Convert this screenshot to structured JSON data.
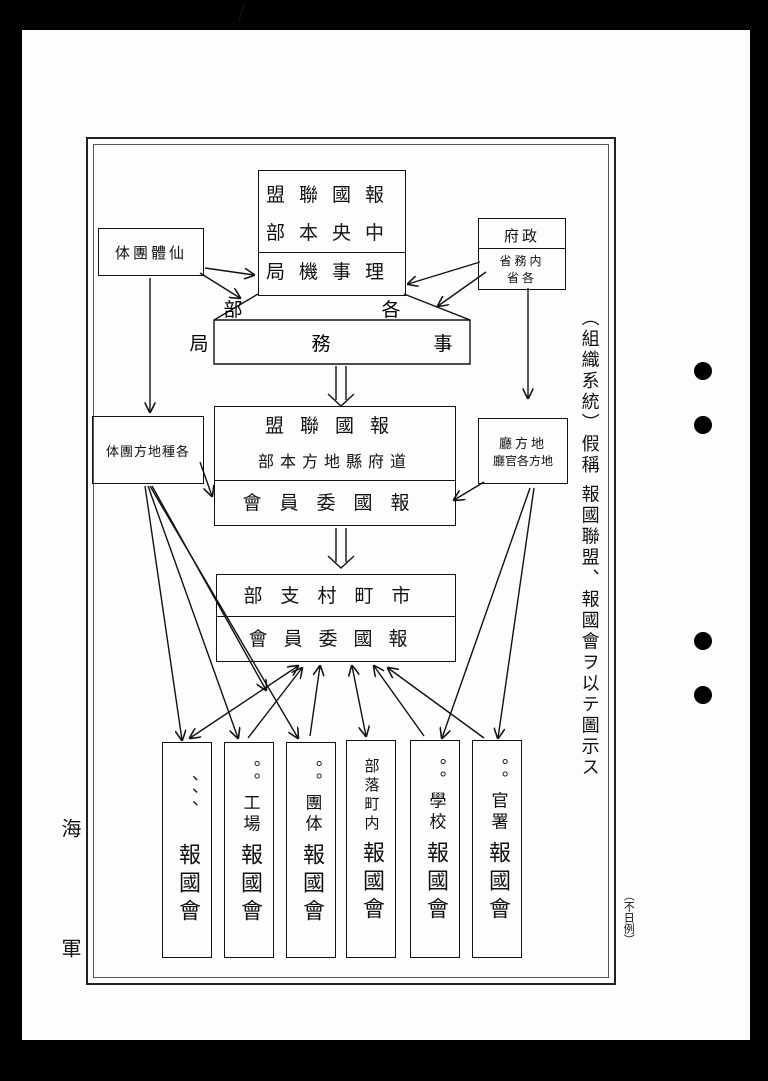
{
  "top_box": {
    "line1": "盟聯國報",
    "line2": "部本央中",
    "line3": "局機事理"
  },
  "ministries_label": "部　各",
  "secretariat": "局　務　事",
  "left_top": "体團體仙",
  "right_top": {
    "title": "府政",
    "sub1": "省務内",
    "sub2": "省各"
  },
  "pref_box": {
    "line1": "盟聯國報",
    "line2": "部本方地縣府道",
    "line3": "會員委國報"
  },
  "left_mid": "体團方地種各",
  "right_mid": {
    "line1": "廳方地",
    "line2": "廳官各方地"
  },
  "city_box": {
    "line1": "部支村町市",
    "line2": "會員委國報"
  },
  "columns": [
    {
      "prefix": "、、、",
      "label": "報國會"
    },
    {
      "prefix": "。。工場",
      "label": "報國會"
    },
    {
      "prefix": "。。團体",
      "label": "報國會"
    },
    {
      "prefix": "部落町内",
      "label": "報國會"
    },
    {
      "prefix": "。。學校",
      "label": "報國會"
    },
    {
      "prefix": "。。官署",
      "label": "報國會"
    }
  ],
  "caption_main": "（組織系統）假稱 報國聯盟、報國會ヲ以テ圖示ス",
  "caption_small": "（不日例）",
  "margin_left": "海　軍"
}
